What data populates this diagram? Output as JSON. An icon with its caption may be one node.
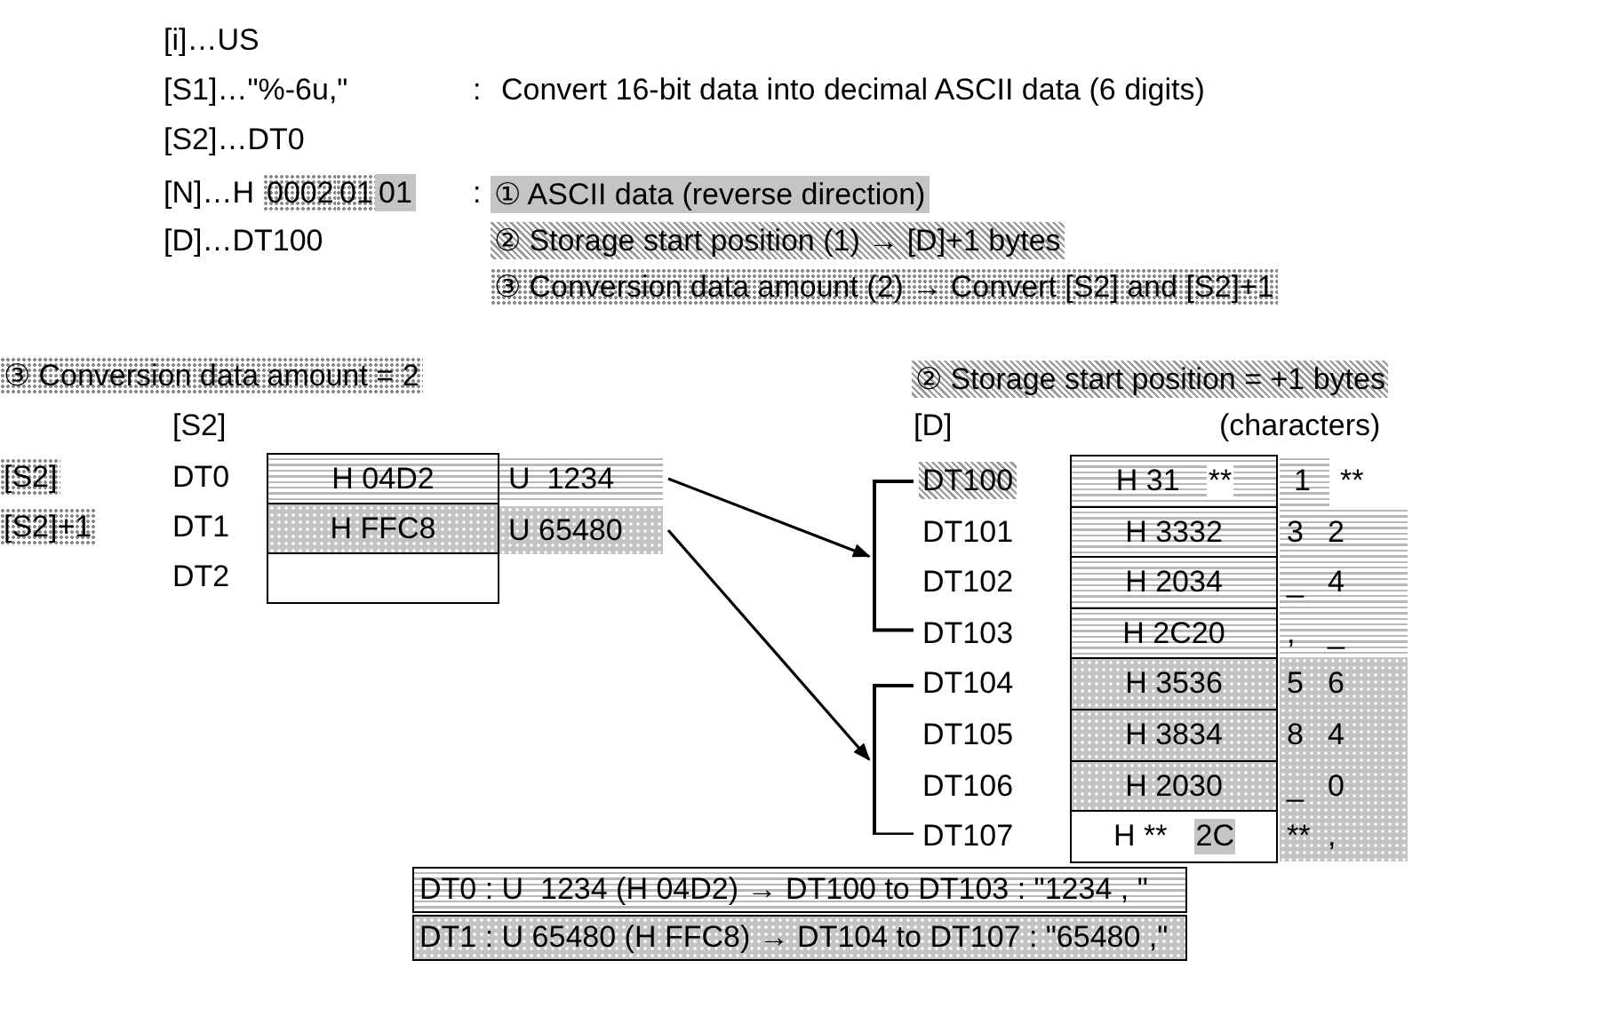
{
  "diagram": {
    "nodes": [
      {
        "text": [
          "H 04D2"
        ]
      },
      {
        "text": [
          "U  1234"
        ]
      },
      {
        "text": [
          "H FFC8"
        ]
      },
      {
        "text": [
          "U 65480"
        ]
      },
      {
        "text": [],
        "shape": "box"
      },
      {
        "text": [
          "H 31",
          "**"
        ]
      },
      {
        "text": [
          "H 3332"
        ]
      },
      {
        "text": [
          "H 2034"
        ]
      },
      {
        "text": [
          "H 2C20"
        ]
      },
      {
        "text": [
          "H 3536"
        ]
      },
      {
        "text": [
          "H 3834"
        ]
      },
      {
        "text": [
          "H 2030"
        ]
      },
      {
        "text": [
          "H **",
          "2C"
        ]
      },
      {
        "text": [],
        "shape": "bracket"
      },
      {
        "text": [],
        "shape": "bracket"
      }
    ],
    "edges": [
      {
        "from": 1,
        "to": 13,
        "arrow": "to"
      },
      {
        "from": 3,
        "to": 14,
        "arrow": "to"
      }
    ],
    "labels": [
      "[i]…US",
      "[S1]…\"%-6u,\"",
      ":",
      "Convert 16-bit data into decimal ASCII data (6 digits)",
      "[S2]…DT0",
      "[N]…H",
      "0002",
      "01",
      "01",
      ":",
      "① ASCII data (reverse direction)",
      "[D]…DT100",
      "② Storage start position (1) → [D]+1 bytes",
      "③ Conversion data amount (2) → Convert [S2] and [S2]+1",
      "③ Conversion data amount = 2",
      "② Storage start position = +1 bytes",
      "[S2]",
      "[D]",
      "(characters)",
      "[S2]",
      "DT0",
      "DT100",
      "1",
      "**",
      "[S2]+1",
      "DT1",
      "DT101",
      "3",
      "2",
      "DT2",
      "DT102",
      "_",
      "4",
      "DT103",
      ",",
      "_",
      "DT104",
      "5",
      "6",
      "DT105",
      "8",
      "4",
      "DT106",
      "_",
      "0",
      "DT107",
      "**",
      ",",
      "DT0 : U  1234 (H 04D2) → DT100 to DT103 : \"1234 , \"",
      "DT1 : U 65480 (H FFC8) → DT104 to DT107 : \"65480 ,\""
    ]
  }
}
